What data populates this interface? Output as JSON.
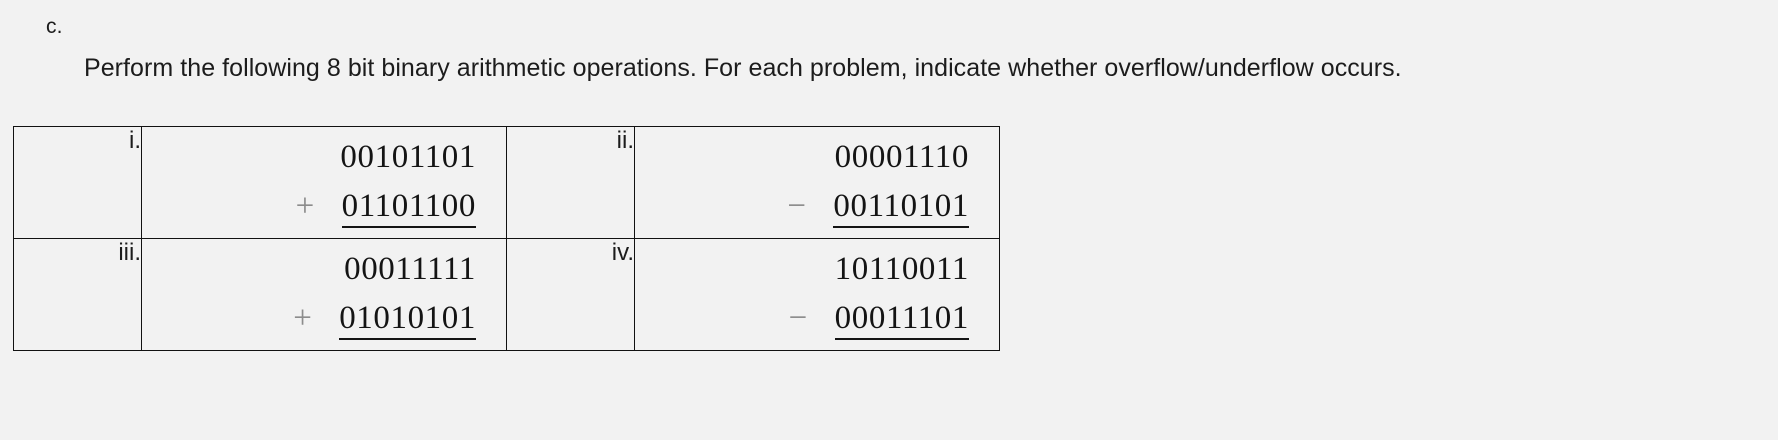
{
  "question": {
    "label": "c.",
    "instruction": "Perform the following 8 bit binary arithmetic operations. For each problem, indicate whether overflow/underflow occurs."
  },
  "colors": {
    "page_background": "#f2f2f2",
    "text": "#1c1c1c",
    "table_border": "#121212",
    "operator_sign": "#8c8c8c",
    "digits": "#141414"
  },
  "table": {
    "rows": [
      {
        "cells": [
          {
            "numeral": "i.",
            "operand1": "00101101",
            "operator": "+",
            "operand2": "01101100"
          },
          {
            "numeral": "ii.",
            "operand1": "00001110",
            "operator": "−",
            "operand2": "00110101"
          }
        ]
      },
      {
        "cells": [
          {
            "numeral": "iii.",
            "operand1": "00011111",
            "operator": "+",
            "operand2": "01010101"
          },
          {
            "numeral": "iv.",
            "operand1": "10110011",
            "operator": "−",
            "operand2": "00011101"
          }
        ]
      }
    ]
  }
}
